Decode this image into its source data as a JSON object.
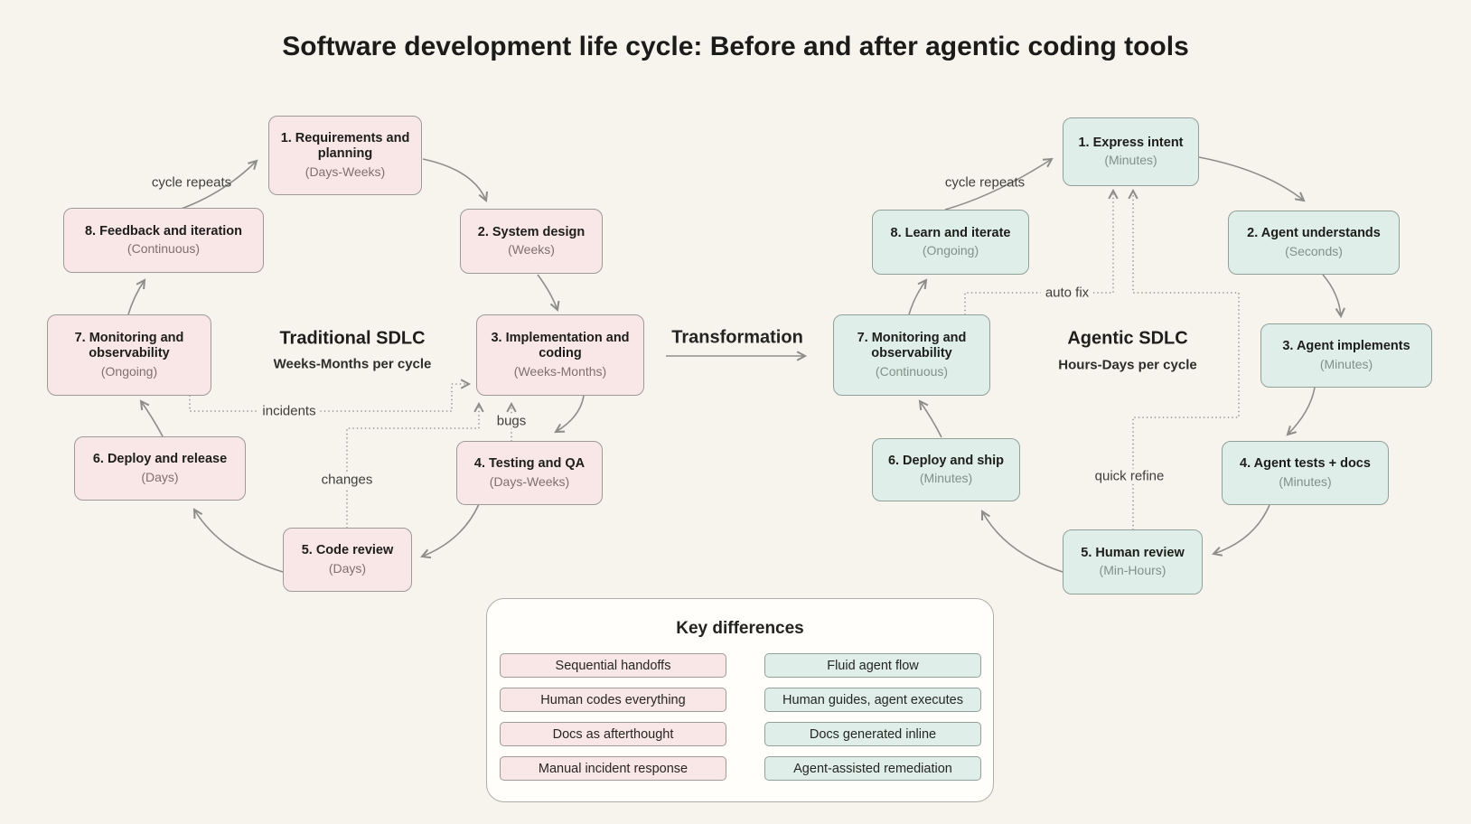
{
  "title": "Software development life cycle: Before and after agentic coding tools",
  "colors": {
    "background": "#f7f4ee",
    "traditional_fill": "#f9e6e7",
    "agentic_fill": "#dfeee9",
    "arrow": "#8e8e88",
    "panel_fill": "#fffefb"
  },
  "traditional": {
    "center_title": "Traditional SDLC",
    "center_subtitle": "Weeks-Months per cycle",
    "cycle_label": "cycle repeats",
    "labels": {
      "incidents": "incidents",
      "bugs": "bugs",
      "changes": "changes"
    },
    "nodes": [
      {
        "title": "1. Requirements and planning",
        "duration": "(Days-Weeks)"
      },
      {
        "title": "2. System design",
        "duration": "(Weeks)"
      },
      {
        "title": "3. Implementation and coding",
        "duration": "(Weeks-Months)"
      },
      {
        "title": "4. Testing and QA",
        "duration": "(Days-Weeks)"
      },
      {
        "title": "5. Code review",
        "duration": "(Days)"
      },
      {
        "title": "6. Deploy and release",
        "duration": "(Days)"
      },
      {
        "title": "7. Monitoring and observability",
        "duration": "(Ongoing)"
      },
      {
        "title": "8. Feedback and iteration",
        "duration": "(Continuous)"
      }
    ]
  },
  "transformation": {
    "label": "Transformation"
  },
  "agentic": {
    "center_title": "Agentic SDLC",
    "center_subtitle": "Hours-Days per cycle",
    "cycle_label": "cycle repeats",
    "labels": {
      "auto_fix": "auto fix",
      "quick_refine": "quick refine"
    },
    "nodes": [
      {
        "title": "1. Express intent",
        "duration": "(Minutes)"
      },
      {
        "title": "2. Agent understands",
        "duration": "(Seconds)"
      },
      {
        "title": "3. Agent implements",
        "duration": "(Minutes)"
      },
      {
        "title": "4. Agent tests + docs",
        "duration": "(Minutes)"
      },
      {
        "title": "5. Human review",
        "duration": "(Min-Hours)"
      },
      {
        "title": "6. Deploy and ship",
        "duration": "(Minutes)"
      },
      {
        "title": "7. Monitoring and observability",
        "duration": "(Continuous)"
      },
      {
        "title": "8. Learn and iterate",
        "duration": "(Ongoing)"
      }
    ]
  },
  "key_differences": {
    "title": "Key differences",
    "rows": [
      {
        "before": "Sequential handoffs",
        "after": "Fluid agent flow"
      },
      {
        "before": "Human codes everything",
        "after": "Human guides, agent executes"
      },
      {
        "before": "Docs as afterthought",
        "after": "Docs generated inline"
      },
      {
        "before": "Manual incident response",
        "after": "Agent-assisted remediation"
      }
    ]
  }
}
